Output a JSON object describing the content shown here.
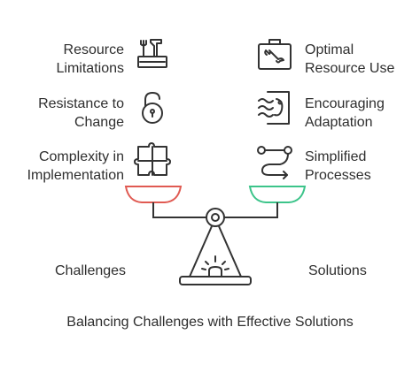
{
  "challenges": [
    {
      "line1": "Resource",
      "line2": "Limitations",
      "icon": "tools-icon"
    },
    {
      "line1": "Resistance to",
      "line2": "Change",
      "icon": "padlock-icon"
    },
    {
      "line1": "Complexity in",
      "line2": "Implementation",
      "icon": "puzzle-icon"
    }
  ],
  "solutions": [
    {
      "line1": "Optimal",
      "line2": "Resource Use",
      "icon": "toolbox-icon"
    },
    {
      "line1": "Encouraging",
      "line2": "Adaptation",
      "icon": "chameleon-icon"
    },
    {
      "line1": "Simplified",
      "line2": "Processes",
      "icon": "flow-icon"
    }
  ],
  "balance": {
    "left_label": "Challenges",
    "right_label": "Solutions",
    "left_pan_color": "#e05a52",
    "right_pan_color": "#3cc48a"
  },
  "caption": "Balancing Challenges with Effective Solutions"
}
